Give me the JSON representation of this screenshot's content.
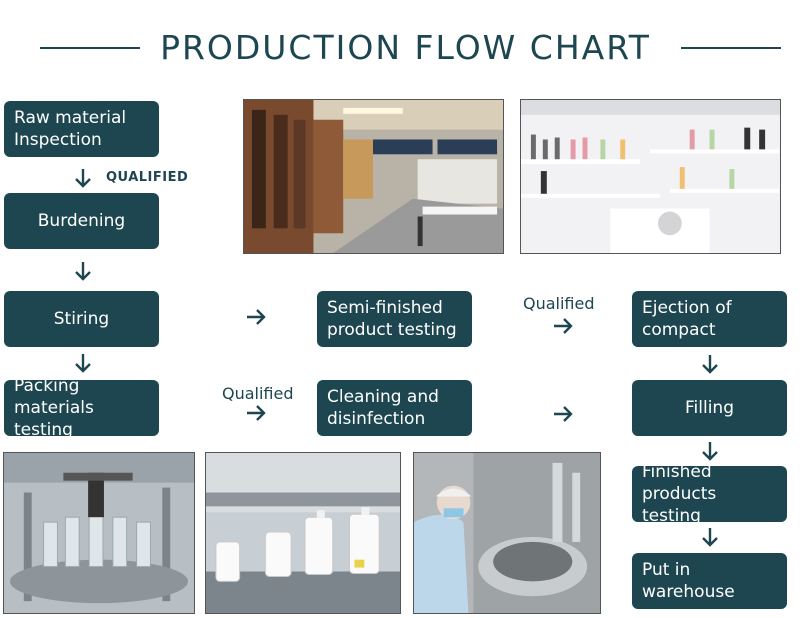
{
  "title": "PRODUCTION FLOW CHART",
  "steps": {
    "raw_material": "Raw material\nInspection",
    "burdening": "Burdening",
    "stiring": "Stiring",
    "packing": "Packing\nmaterials testing",
    "semi_finished": "Semi-finished\nproduct testing",
    "cleaning": "Cleaning and\ndisinfection",
    "ejection": "Ejection of\ncompact",
    "filling": "Filling",
    "finished": "Finished\nproducts testing",
    "warehouse": "Put in\nwarehouse"
  },
  "labels": {
    "qualified_upper": "QUALIFIED",
    "qualified_1": "Qualified",
    "qualified_2": "Qualified"
  },
  "colors": {
    "primary": "#1d4651",
    "background": "#ffffff"
  },
  "photos": [
    "showroom-photo",
    "display-shelf-photo",
    "filling-machine-photo",
    "bottle-line-photo",
    "mixing-tank-worker-photo"
  ]
}
